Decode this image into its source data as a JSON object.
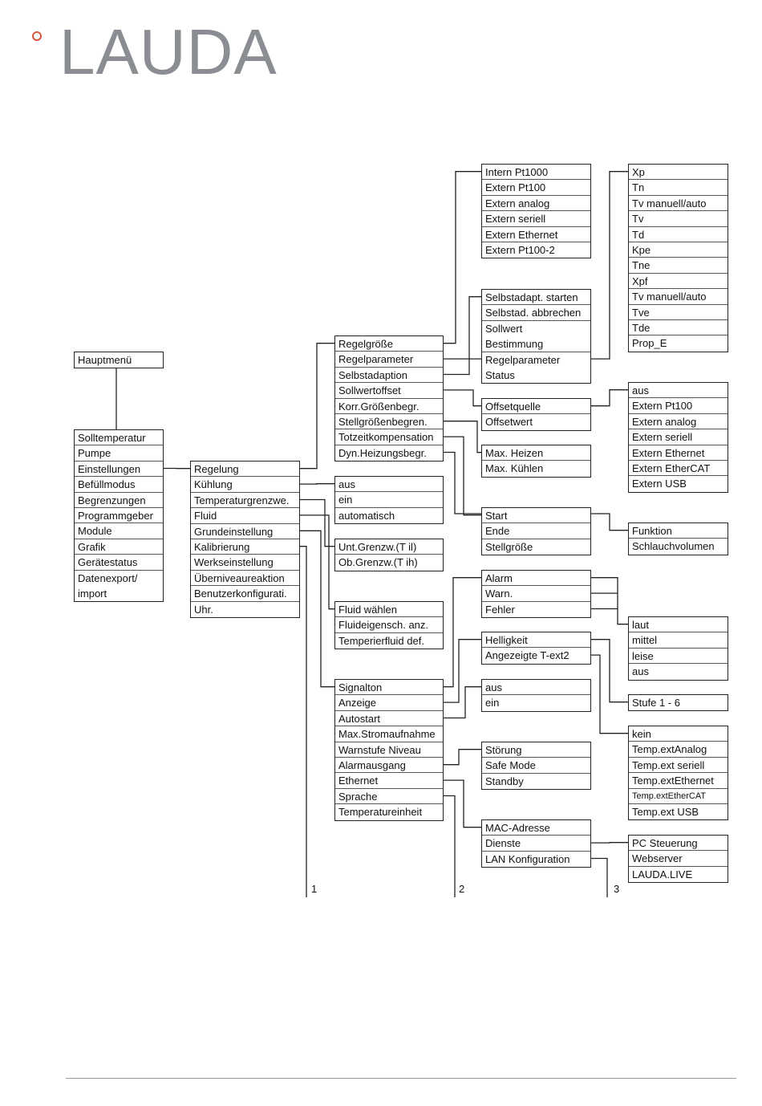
{
  "logo": {
    "text": "LAUDA"
  },
  "colors": {
    "logo_ring": "#d9543c",
    "logo_text": "#8a8d92",
    "lines": "#222222"
  },
  "columns": {
    "main": {
      "title": "Hauptmenü",
      "items": [
        "Solltemperatur",
        "Pumpe",
        "Einstellungen",
        "Befüllmodus",
        "Begrenzungen",
        "Programmgeber",
        "Module",
        "Grafik",
        "Gerätestatus",
        "Datenexport/\nimport"
      ]
    },
    "settings": [
      "Regelung",
      "Kühlung",
      "Temperaturgrenzwe.",
      "Fluid",
      "Grundeinstellung",
      "Kalibrierung",
      "Werkseinstellung",
      "Überniveaureaktion",
      "Benutzerkonfigurati.",
      "Uhr."
    ],
    "control": [
      "Regelgröße",
      "Regelparameter",
      "Selbstadaption",
      "Sollwertoffset",
      "Korr.Größenbegr.",
      "Stellgrößenbegren.",
      "Totzeitkompensation",
      "Dyn.Heizungsbegr."
    ],
    "cooling": [
      "aus",
      "ein",
      "automatisch"
    ],
    "temp_limits": [
      "Unt.Grenzw.(T il)",
      "Ob.Grenzw.(T ih)"
    ],
    "fluid": [
      "Fluid wählen",
      "Fluideigensch. anz.",
      "Temperierfluid def."
    ],
    "basic": [
      "Signalton",
      "Anzeige",
      "Autostart",
      "Max.Stromaufnahme",
      "Warnstufe Niveau",
      "Alarmausgang",
      "Ethernet",
      "Sprache",
      "Temperatureinheit"
    ],
    "ctrl_variable": [
      "Intern Pt1000",
      "Extern Pt100",
      "Extern analog",
      "Extern seriell",
      "Extern Ethernet",
      "Extern Pt100-2"
    ],
    "self_adapt": [
      "Selbstadapt. starten",
      "Selbstad. abbrechen",
      "Sollwert\nBestimmung",
      "Regelparameter\nStatus"
    ],
    "offset": [
      "Offsetquelle",
      "Offsetwert"
    ],
    "actuating": [
      "Max. Heizen",
      "Max. Kühlen"
    ],
    "deadtime": [
      "Start",
      "Ende",
      "Stellgröße"
    ],
    "signal": [
      "Alarm",
      "Warn.",
      "Fehler"
    ],
    "display": [
      "Helligkeit",
      "Angezeigte T-ext2"
    ],
    "autostart": [
      "aus",
      "ein"
    ],
    "alarm_out": [
      "Störung",
      "Safe Mode",
      "Standby"
    ],
    "ethernet": [
      "MAC-Adresse",
      "Dienste",
      "LAN Konfiguration"
    ],
    "params": [
      "Xp",
      "Tn",
      "Tv manuell/auto",
      "Tv",
      "Td",
      "Kpe",
      "Tne",
      "Xpf",
      "Tv manuell/auto",
      "Tve",
      "Tde",
      "Prop_E"
    ],
    "offset_source": [
      "aus",
      "Extern Pt100",
      "Extern analog",
      "Extern seriell",
      "Extern Ethernet",
      "Extern EtherCAT",
      "Extern USB"
    ],
    "deadtime_fn": [
      "Funktion",
      "Schlauchvolumen"
    ],
    "volume": [
      "laut",
      "mittel",
      "leise",
      "aus"
    ],
    "brightness": [
      "Stufe 1 - 6"
    ],
    "text2": [
      "kein",
      "Temp.extAnalog",
      "Temp.ext seriell",
      "Temp.extEthernet",
      "Temp.extEtherCAT",
      "Temp.ext USB"
    ],
    "services": [
      "PC Steuerung",
      "Webserver",
      "LAUDA.LIVE"
    ]
  },
  "markers": [
    "1",
    "2",
    "3"
  ]
}
